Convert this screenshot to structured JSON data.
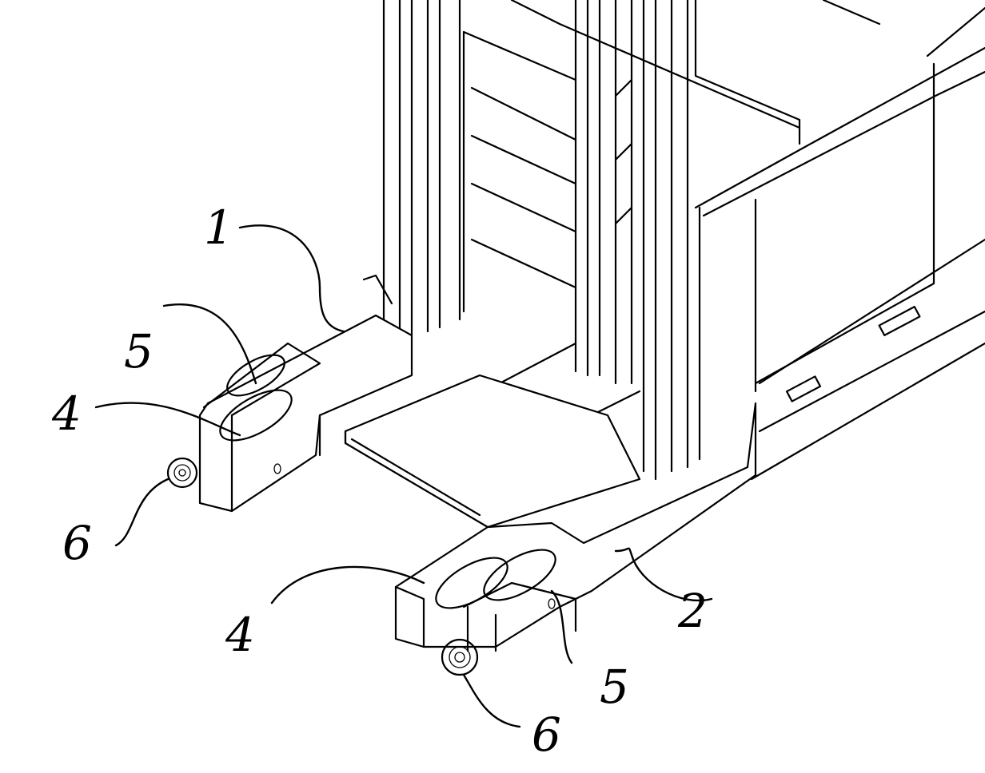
{
  "figure": {
    "type": "patent line drawing",
    "subject": "lift truck base with mast, two support legs with load wheels and guide rollers",
    "colors": {
      "line": "#000000",
      "background": "#ffffff"
    }
  },
  "labels": [
    {
      "id": "label-1",
      "text": "1",
      "refers_to": "left support leg"
    },
    {
      "id": "label-5a",
      "text": "5",
      "refers_to": "left leg rear wheel"
    },
    {
      "id": "label-4a",
      "text": "4",
      "refers_to": "left leg front wheel"
    },
    {
      "id": "label-6a",
      "text": "6",
      "refers_to": "left guide roller"
    },
    {
      "id": "label-4b",
      "text": "4",
      "refers_to": "right leg front wheel"
    },
    {
      "id": "label-5b",
      "text": "5",
      "refers_to": "right leg rear wheel"
    },
    {
      "id": "label-2",
      "text": "2",
      "refers_to": "right support leg"
    },
    {
      "id": "label-6b",
      "text": "6",
      "refers_to": "right guide roller"
    }
  ]
}
